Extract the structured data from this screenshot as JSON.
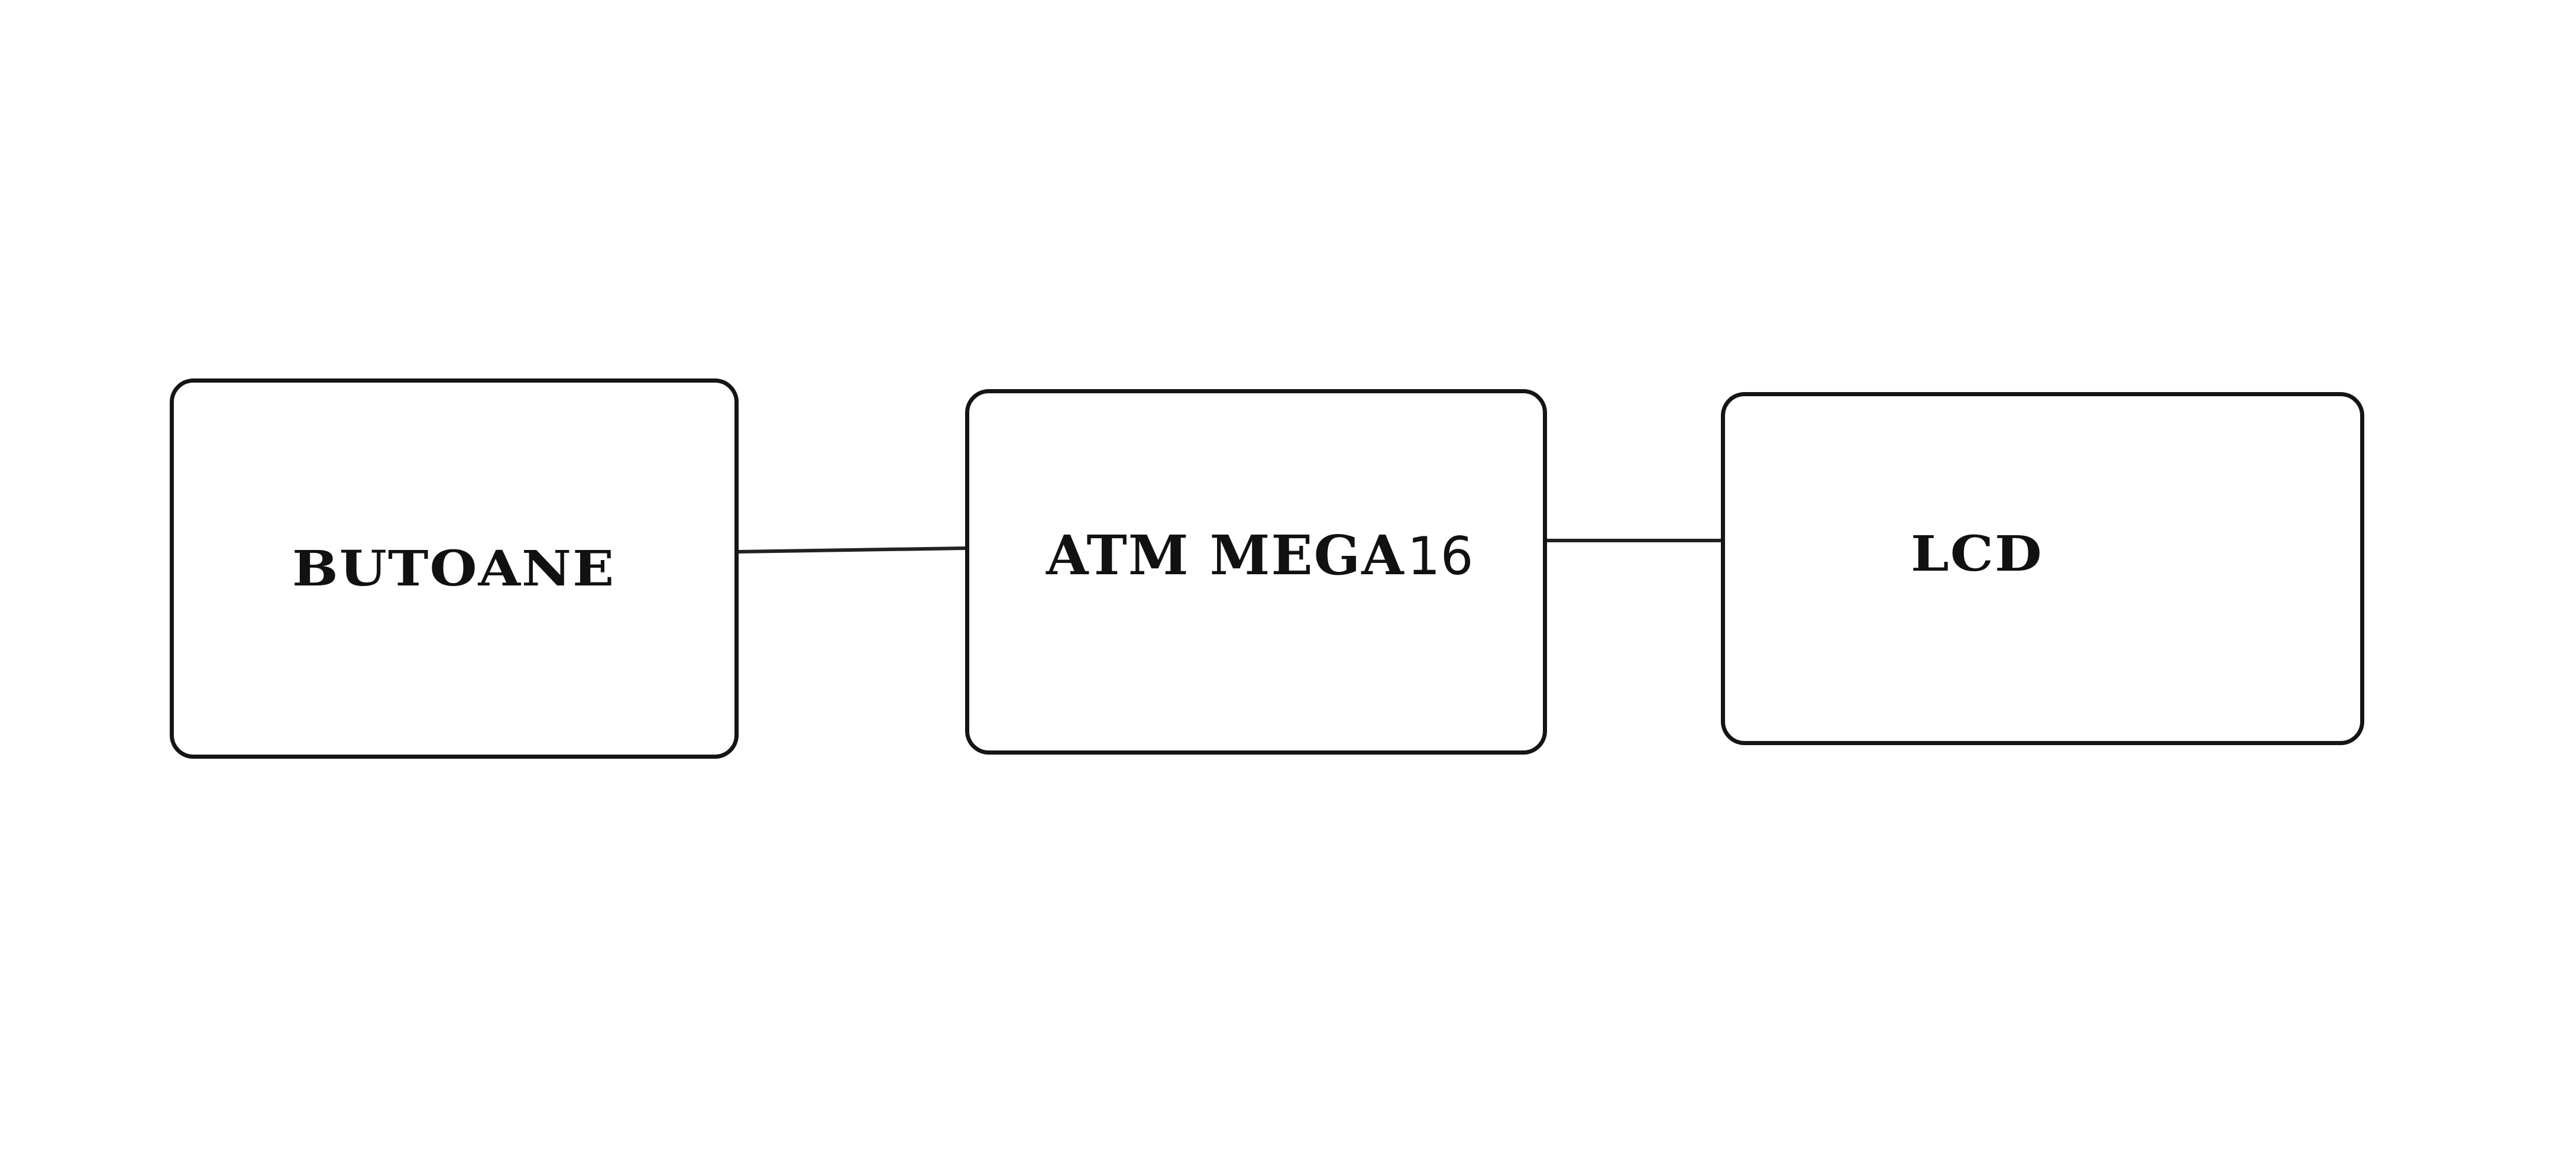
{
  "diagram": {
    "blocks": [
      {
        "id": "butoane",
        "label": "BUTOANE"
      },
      {
        "id": "atmega",
        "label": "ATM MEGA",
        "model": "16"
      },
      {
        "id": "lcd",
        "label": "LCD"
      }
    ],
    "connections": [
      {
        "from": "butoane",
        "to": "atmega"
      },
      {
        "from": "atmega",
        "to": "lcd"
      }
    ]
  }
}
